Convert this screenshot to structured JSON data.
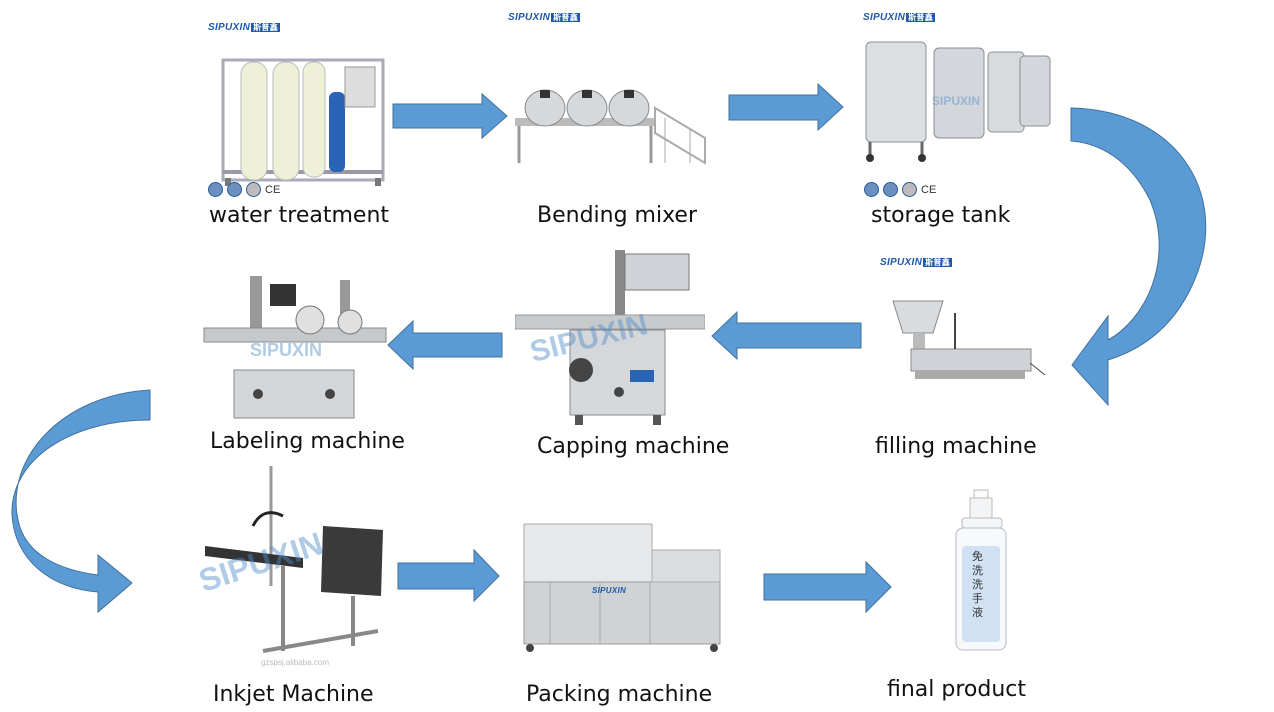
{
  "steps": [
    {
      "id": "water-treatment",
      "label": "water treatment"
    },
    {
      "id": "bending-mixer",
      "label": "Bending mixer"
    },
    {
      "id": "storage-tank",
      "label": "storage tank"
    },
    {
      "id": "filling-machine",
      "label": "filling machine"
    },
    {
      "id": "capping-machine",
      "label": "Capping machine"
    },
    {
      "id": "labeling-machine",
      "label": "Labeling machine"
    },
    {
      "id": "inkjet-machine",
      "label": "Inkjet Machine"
    },
    {
      "id": "packing-machine",
      "label": "Packing machine"
    },
    {
      "id": "final-product",
      "label": "final product"
    }
  ],
  "brand": {
    "logo_text": "SIPUXIN",
    "logo_cn": "斯普鑫",
    "watermark": "SIPUXIN"
  },
  "certs_text": "CE",
  "site_watermark": "gzspsj.alibaba.com",
  "bottle_text": "免洗洗手液",
  "colors": {
    "arrow": "#5b9bd5",
    "arrow_dark": "#41719c",
    "steel": "#c9ced3"
  }
}
